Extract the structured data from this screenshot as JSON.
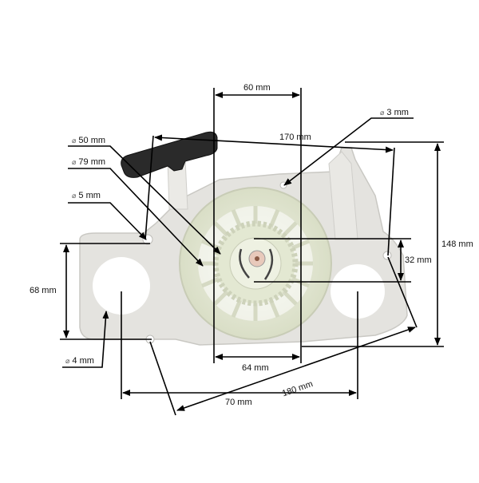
{
  "diagram": {
    "subject": "Recoil starter assembly with dimension annotations",
    "colors": {
      "housing": "#e4e3df",
      "housing_edge": "#c9c8c3",
      "fan": "#e6ead6",
      "handle": "#2a2a2a",
      "line": "#000000",
      "text": "#111111"
    },
    "dimensions": {
      "top_width": {
        "value": "60 mm"
      },
      "diagonal_top": {
        "value": "170 mm"
      },
      "height_right": {
        "value": "148 mm"
      },
      "pulley_height": {
        "value": "32 mm"
      },
      "left_height": {
        "value": "68 mm"
      },
      "bottom_center": {
        "value": "64 mm"
      },
      "diagonal_bottom": {
        "value": "180 mm"
      },
      "hole_spacing": {
        "value": "70 mm"
      }
    },
    "callouts": {
      "d50": {
        "symbol": "⌀",
        "value": "50 mm"
      },
      "d79": {
        "symbol": "⌀",
        "value": "79 mm"
      },
      "d5": {
        "symbol": "⌀",
        "value": "5 mm"
      },
      "d3": {
        "symbol": "⌀",
        "value": "3 mm"
      },
      "d4": {
        "symbol": "⌀",
        "value": "4 mm"
      }
    }
  }
}
